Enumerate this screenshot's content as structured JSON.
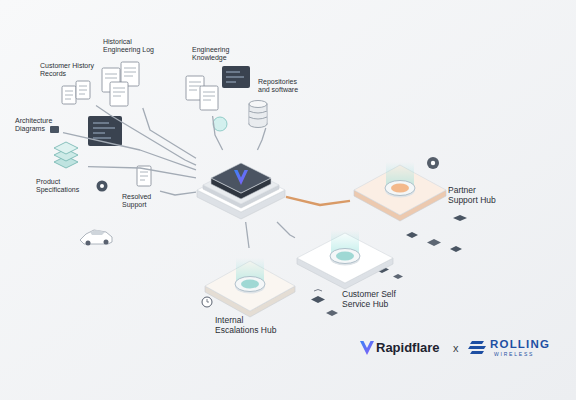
{
  "diagram": {
    "nodes": [
      {
        "text": [
          "Customer History Records"
        ]
      },
      {
        "text": [
          "Historical Engineering Log"
        ]
      },
      {
        "text": [
          "Engineering Knowledge"
        ]
      },
      {
        "text": [
          "Repositories and software"
        ]
      },
      {
        "text": [
          "Architecture Diagrams"
        ]
      },
      {
        "text": [
          "Product Specifications"
        ]
      },
      {
        "text": [
          "Resolved Support"
        ]
      },
      {
        "text": []
      },
      {
        "text": [
          "Partner Support Hub"
        ]
      },
      {
        "text": [
          "Customer Self Service Hub"
        ]
      },
      {
        "text": [
          "Internal Escalations Hub"
        ]
      }
    ],
    "edges": [
      {
        "from": 0,
        "to": 7,
        "arrow": "none"
      },
      {
        "from": 1,
        "to": 7,
        "arrow": "none"
      },
      {
        "from": 2,
        "to": 7,
        "arrow": "none"
      },
      {
        "from": 3,
        "to": 7,
        "arrow": "none"
      },
      {
        "from": 4,
        "to": 7,
        "arrow": "none"
      },
      {
        "from": 5,
        "to": 7,
        "arrow": "none"
      },
      {
        "from": 6,
        "to": 7,
        "arrow": "none"
      },
      {
        "from": 7,
        "to": 8,
        "arrow": "none"
      },
      {
        "from": 7,
        "to": 9,
        "arrow": "none"
      },
      {
        "from": 7,
        "to": 10,
        "arrow": "none"
      }
    ],
    "labels": [
      "Rapidflare",
      "x",
      "ROLLING",
      "WIRELESS"
    ]
  }
}
